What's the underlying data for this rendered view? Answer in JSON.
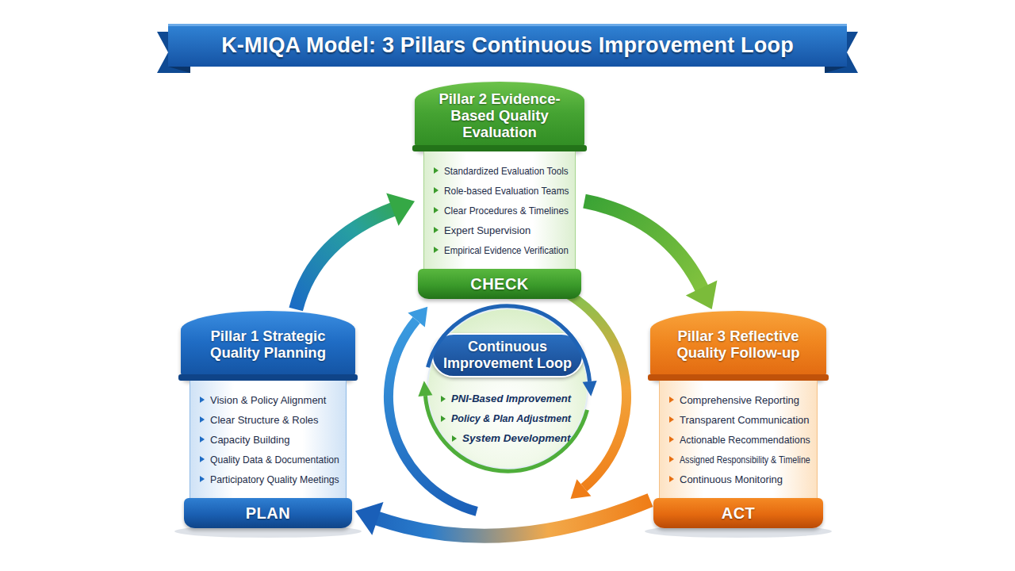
{
  "diagram": {
    "title": "K-MIQA Model: 3 Pillars Continuous Improvement Loop",
    "nodes": [
      {
        "text": [
          "Pillar 2 Evidence-Based Quality Evaluation",
          "Standardized Evaluation Tools",
          "Role-based Evaluation Teams",
          "Clear Procedures & Timelines",
          "Expert Supervision",
          "Empirical Evidence Verification",
          "CHECK"
        ]
      },
      {
        "text": [
          "Pillar 1 Strategic Quality Planning",
          "Vision & Policy Alignment",
          "Clear Structure & Roles",
          "Capacity Building",
          "Quality Data & Documentation",
          "Participatory Quality Meetings",
          "PLAN"
        ]
      },
      {
        "text": [
          "Continuous Improvement Loop",
          "PNI-Based Improvement",
          "Policy & Plan Adjustment",
          "System Development"
        ]
      },
      {
        "text": [
          "Pillar 3 Reflective Quality Follow-up",
          "Comprehensive Reporting",
          "Transparent Communication",
          "Actionable Recommendations",
          "Assigned Responsibility & Timeline",
          "Continuous Monitoring",
          "ACT"
        ]
      }
    ],
    "edges": [
      {
        "from": 1,
        "to": 0,
        "arrow": "to"
      },
      {
        "from": 0,
        "to": 3,
        "arrow": "to"
      },
      {
        "from": 3,
        "to": 1,
        "arrow": "to"
      }
    ]
  }
}
